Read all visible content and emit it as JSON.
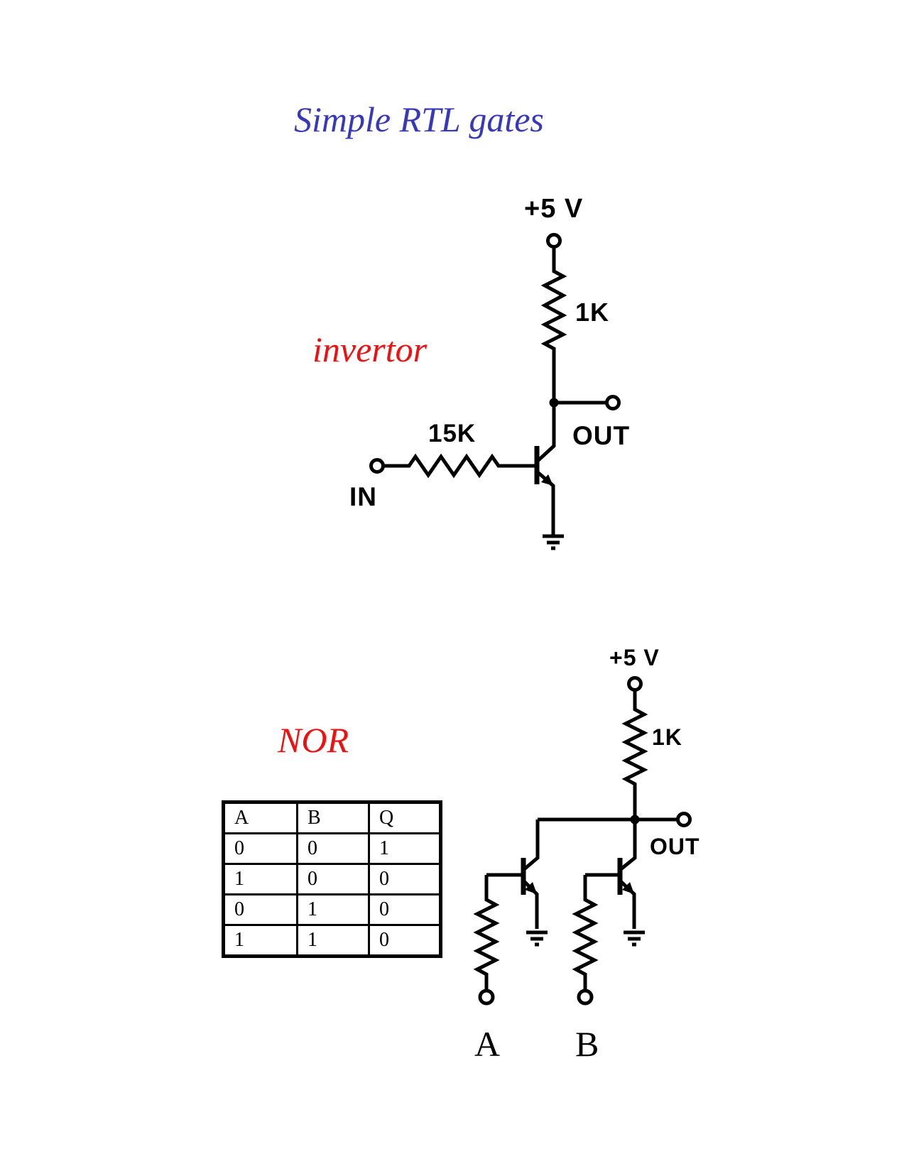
{
  "title": "Simple RTL gates",
  "colors": {
    "title_blue": "#3838bb",
    "label_red": "#ee1111",
    "line_black": "#000000",
    "background": "#ffffff"
  },
  "inverter": {
    "label": "invertor",
    "supply_label": "+5 V",
    "collector_resistor_value": "1K",
    "base_resistor_value": "15K",
    "input_label": "IN",
    "output_label": "OUT"
  },
  "nor_gate": {
    "label": "NOR",
    "supply_label": "+5 V",
    "collector_resistor_value": "1K",
    "output_label": "OUT",
    "input_a_label": "A",
    "input_b_label": "B"
  },
  "truth_table": {
    "headers": [
      "A",
      "B",
      "Q"
    ],
    "rows": [
      [
        "0",
        "0",
        "1"
      ],
      [
        "1",
        "0",
        "0"
      ],
      [
        "0",
        "1",
        "0"
      ],
      [
        "1",
        "1",
        "0"
      ]
    ]
  }
}
